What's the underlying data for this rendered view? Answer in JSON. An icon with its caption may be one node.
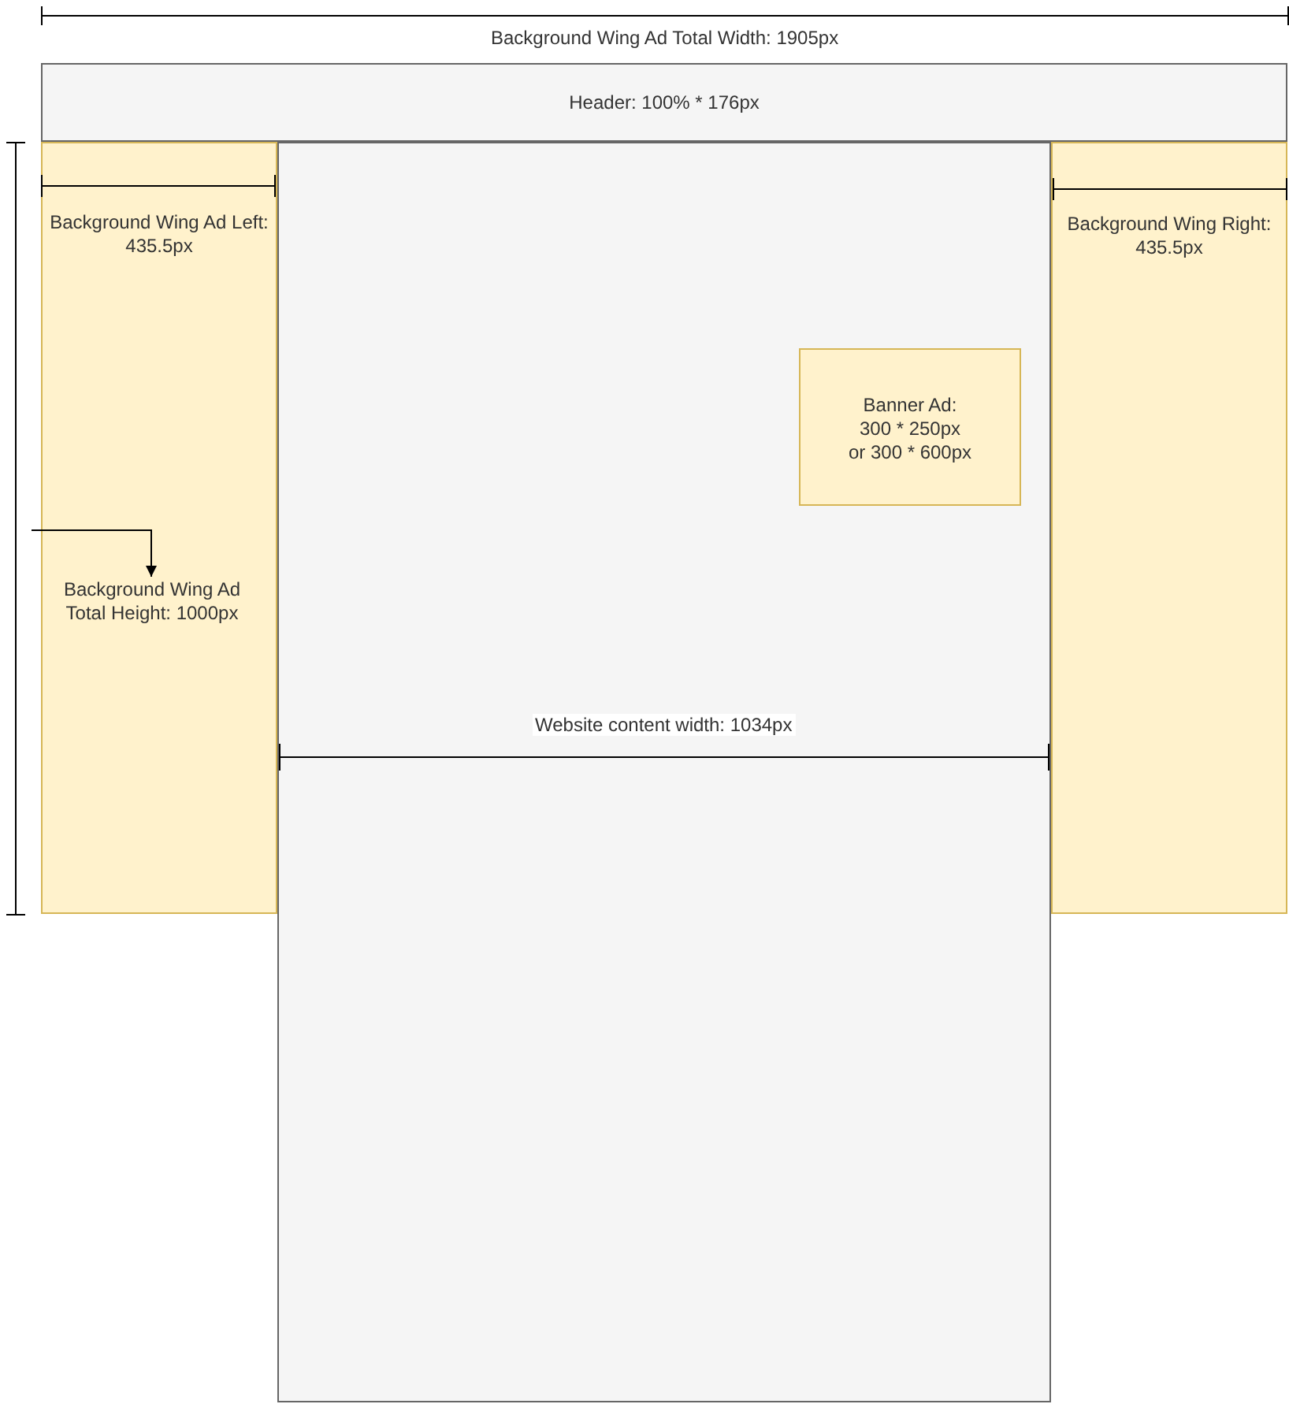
{
  "diagram": {
    "nodes": [
      {
        "text": [
          "Header: 100% * 176px"
        ]
      },
      {
        "text": [
          "Background Wing Ad Left: 435.5px"
        ]
      },
      {
        "text": [],
        "shape": "box"
      },
      {
        "text": [
          "Background Wing Right: 435.5px"
        ]
      },
      {
        "text": [
          "Banner Ad:",
          "300 * 250px",
          "or 300 * 600px"
        ],
        "in": 2
      },
      {
        "text": [
          "Background Wing Ad Total Height: 1000px"
        ],
        "in": 1
      }
    ],
    "edges": [
      {
        "from": null,
        "to": 5,
        "arrow": "to"
      }
    ],
    "labels": [
      "Background Wing Ad Total Width: 1905px",
      "Website content width: 1034px"
    ]
  }
}
